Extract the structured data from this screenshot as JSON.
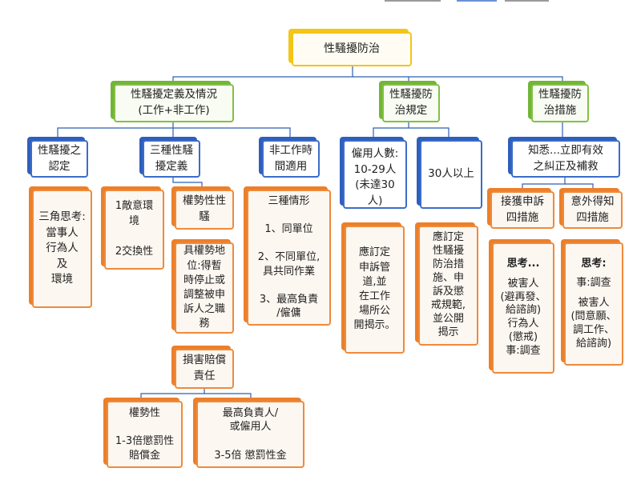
{
  "root": {
    "label": "性騷擾防治"
  },
  "level1": {
    "definition": {
      "label": "性騷擾定義及情況\n(工作+非工作)"
    },
    "regulations": {
      "label": "性騷擾防\n治規定"
    },
    "measures": {
      "label": "性騷擾防\n治措施"
    }
  },
  "definition_children": {
    "recognition": {
      "label": "性騷擾之\n認定",
      "detail": "三角思考:\n當事人\n行為人\n及\n環境"
    },
    "three_types": {
      "label": "三種性騷\n擾定義",
      "detail": "1敵意環\n境\n\n2交換性",
      "power": {
        "label": "權勢性性\n騷",
        "detail": "具權勢地\n位:得暫\n時停止或\n調整被申\n訴人之職\n務"
      },
      "damages": {
        "label": "損害賠償\n責任",
        "power_box": "權勢性\n\n1-3倍懲罰性\n賠償金",
        "employer_box": "最高負責人/\n或僱用人\n\n3-5倍 懲罰性金"
      }
    },
    "non_work": {
      "label": "非工作時\n間適用",
      "detail": "三種情形\n\n1、同單位\n\n2、不同單位,\n具共同作業\n\n3、最高負責\n/僱傭"
    }
  },
  "regulations_children": {
    "small": {
      "label": "僱用人數:\n10-29人\n(未達30人)",
      "detail": "應訂定\n申訴管\n道,並\n在工作\n場所公\n開揭示。"
    },
    "large": {
      "label": "30人以上",
      "detail": "應訂定\n性騷擾\n防治措\n施、申\n訴及懲\n戒規範,\n並公開\n揭示"
    }
  },
  "measures_children": {
    "header": {
      "label": "知悉...立即有效\n之糾正及補救"
    },
    "complaint": {
      "label": "接獲申訴\n四措施",
      "detail": "思考...\n\n被害人\n(避再發、\n給諮詢)\n行為人\n(懲戒)\n事:調查"
    },
    "incidental": {
      "label": "意外得知\n四措施",
      "detail": "思考:\n\n事:調查\n\n被害人\n(問意願、\n調工作、\n給諮詢)"
    }
  },
  "colors": {
    "yellow": "#f3c515",
    "green": "#84bf45",
    "blue": "#3b6cc8",
    "orange": "#ef8a3a",
    "connector": "#2f5fb3"
  }
}
